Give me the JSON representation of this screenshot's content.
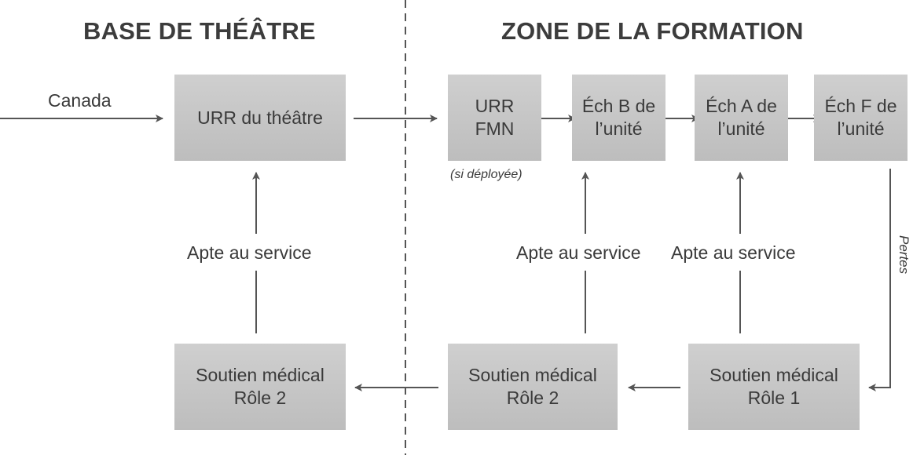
{
  "headings": {
    "left": "BASE DE THÉÂTRE",
    "right": "ZONE DE LA FORMATION"
  },
  "boxes": {
    "urr_theatre": "URR du théâtre",
    "urr_fmn": [
      "URR",
      "FMN"
    ],
    "ech_b": [
      "Éch B de",
      "l’unité"
    ],
    "ech_a": [
      "Éch A de",
      "l’unité"
    ],
    "ech_f": [
      "Éch F de",
      "l’unité"
    ],
    "med_role2_left": [
      "Soutien médical",
      "Rôle 2"
    ],
    "med_role2_right": [
      "Soutien médical",
      "Rôle 2"
    ],
    "med_role1": [
      "Soutien médical",
      "Rôle 1"
    ]
  },
  "labels": {
    "canada": "Canada",
    "deployed_note": "(si déployée)",
    "fit_left": "Apte au service",
    "fit_mid": "Apte au service",
    "fit_right": "Apte au service",
    "losses": "Pertes"
  },
  "colors": {
    "box_fill": "#c6c6c6",
    "arrow": "#555555",
    "divider": "#555555"
  }
}
